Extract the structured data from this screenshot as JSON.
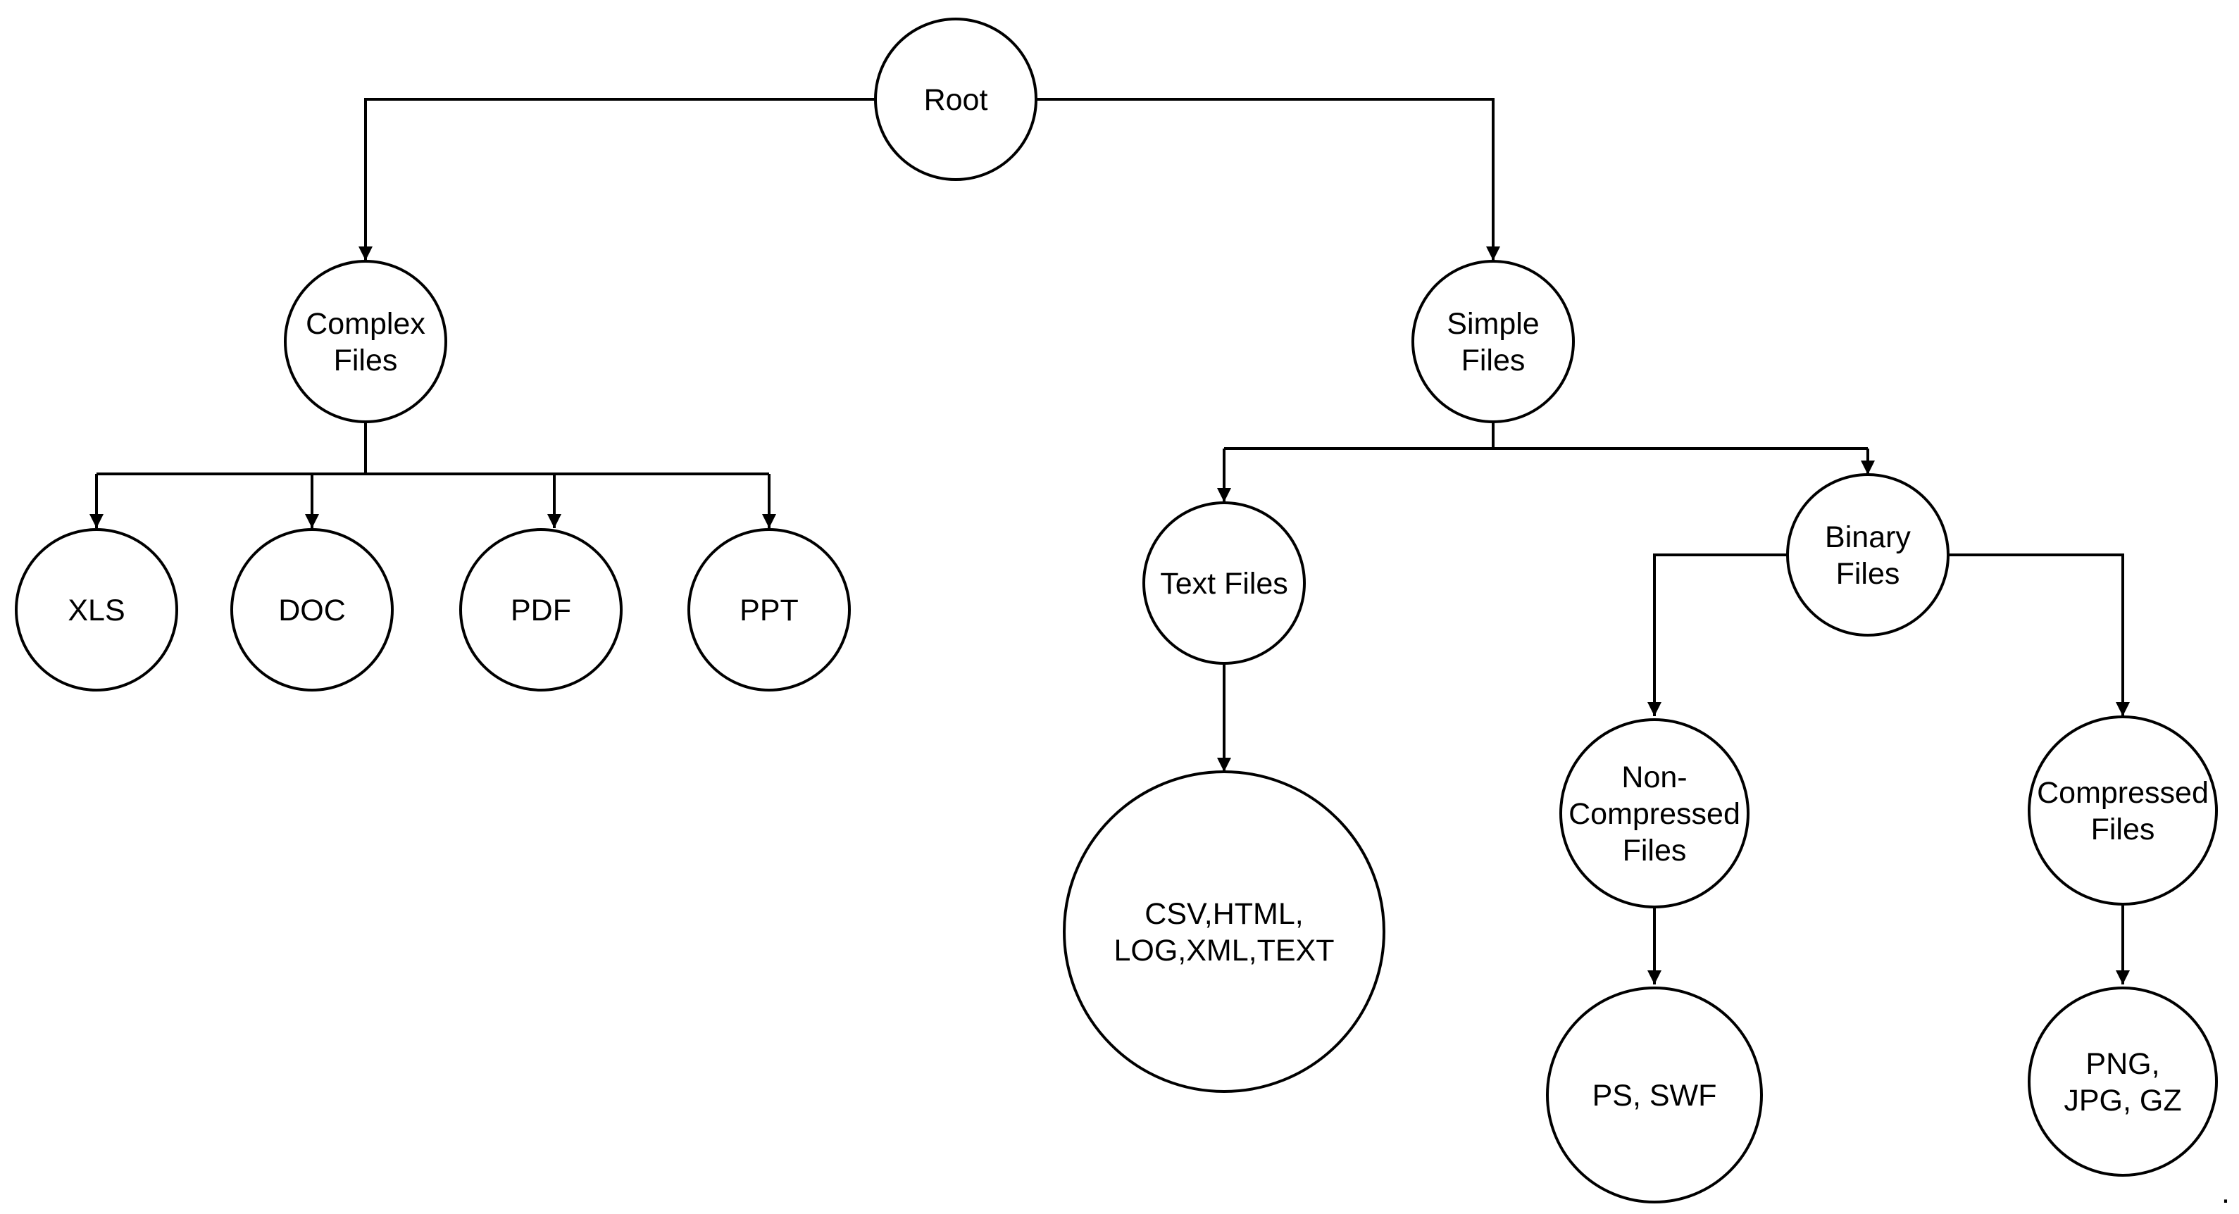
{
  "diagram": {
    "nodes": {
      "root": {
        "lines": [
          "Root"
        ]
      },
      "complex": {
        "lines": [
          "Complex",
          "Files"
        ]
      },
      "simple": {
        "lines": [
          "Simple",
          "Files"
        ]
      },
      "xls": {
        "lines": [
          "XLS"
        ]
      },
      "doc": {
        "lines": [
          "DOC"
        ]
      },
      "pdf": {
        "lines": [
          "PDF"
        ]
      },
      "ppt": {
        "lines": [
          "PPT"
        ]
      },
      "text": {
        "lines": [
          "Text Files"
        ]
      },
      "binary": {
        "lines": [
          "Binary",
          "Files"
        ]
      },
      "csv": {
        "lines": [
          "CSV,HTML,",
          "LOG,XML,TEXT"
        ]
      },
      "noncomp": {
        "lines": [
          "Non-",
          "Compressed",
          "Files"
        ]
      },
      "comp": {
        "lines": [
          "Compressed",
          "Files"
        ]
      },
      "ps": {
        "lines": [
          "PS, SWF"
        ]
      },
      "png": {
        "lines": [
          "PNG,",
          "JPG, GZ"
        ]
      }
    },
    "trailing_mark": "."
  }
}
